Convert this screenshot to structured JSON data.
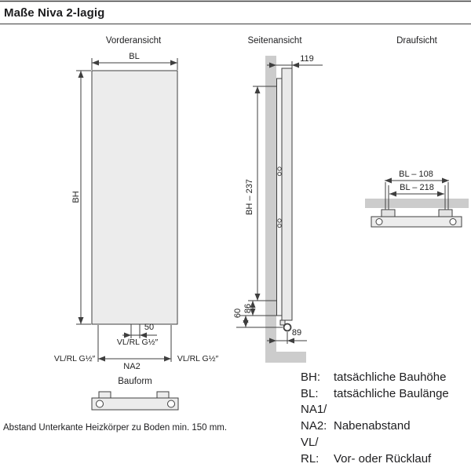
{
  "title": "Maße Niva 2-lagig",
  "views": {
    "front": {
      "label": "Vorderansicht",
      "dim_bl": "BL",
      "dim_bh": "BH",
      "dim_50": "50",
      "conn_mid": "VL/RL G½″",
      "conn_left": "VL/RL G½″",
      "conn_right": "VL/RL G½″",
      "dim_na2": "NA2",
      "bauform_label": "Bauform"
    },
    "side": {
      "label": "Seitenansicht",
      "dim_depth": "119",
      "dim_bh_minus": "BH – 237",
      "dim_86": "86",
      "dim_60": "60",
      "dim_89": "89"
    },
    "top": {
      "label": "Draufsicht",
      "dim_outer": "BL – 108",
      "dim_inner": "BL – 218"
    }
  },
  "footer_note": "Abstand Unterkante Heizkörper zu Boden min. 150 mm.",
  "legend": {
    "rows": [
      {
        "term": "BH:",
        "desc": "tatsächliche Bauhöhe"
      },
      {
        "term": "BL:",
        "desc": "tatsächliche Baulänge"
      },
      {
        "term": "NA1/",
        "desc": ""
      },
      {
        "term": "NA2:",
        "desc": "Nabenabstand"
      },
      {
        "term": "VL/",
        "desc": ""
      },
      {
        "term": "RL:",
        "desc": "Vor- oder Rücklauf"
      }
    ]
  },
  "colors": {
    "line": "#3f3f3f",
    "panel_fill": "#ececec",
    "wall_fill": "#cccccc",
    "text": "#1d1d1f"
  }
}
